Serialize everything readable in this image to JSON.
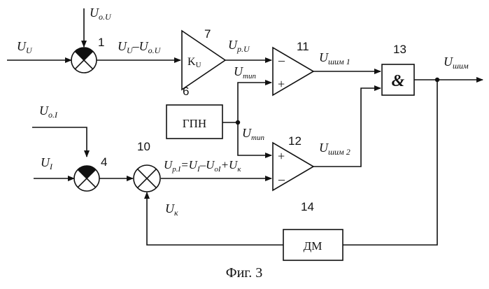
{
  "blocks": {
    "b1_number": "1",
    "b4_number": "4",
    "b10_number": "10",
    "b7_number": "7",
    "b7_label_main": "K",
    "b7_label_sub": "U",
    "b6_number": "6",
    "b6_label": "ГПН",
    "b11_number": "11",
    "b12_number": "12",
    "b13_number": "13",
    "b13_label": "&",
    "b14_number": "14",
    "b14_label": "ДМ"
  },
  "signals": {
    "u_u_main": "U",
    "u_u_sub": "U",
    "u_ou_main": "U",
    "u_ou_sub": "o.U",
    "u_diff_a": "U",
    "u_diff_a_sub": "U",
    "u_diff_b": "–U",
    "u_diff_b_sub": "o.U",
    "u_pu_main": "U",
    "u_pu_sub": "p.U",
    "u_tip1_main": "U",
    "u_tip1_sub": "тип",
    "u_tip2_main": "U",
    "u_tip2_sub": "тип",
    "u_shim1_main": "U",
    "u_shim1_sub": "шим 1",
    "u_shim2_main": "U",
    "u_shim2_sub": "шим 2",
    "u_shim_main": "U",
    "u_shim_sub": "шим",
    "u_oi_main": "U",
    "u_oi_sub": "o.I",
    "u_i_main": "U",
    "u_i_sub": "I",
    "u_pi_text": "U",
    "u_pi_sub": "p.I",
    "u_pi_eq": "=U",
    "u_pi_i": "I",
    "u_pi_minus": "–U",
    "u_pi_oi": "oI",
    "u_pi_plus": "+U",
    "u_pi_k": "к",
    "u_k_main": "U",
    "u_k_sub": "к"
  },
  "comparator_signs": {
    "c11_top": "–",
    "c11_bottom": "+",
    "c12_top": "+",
    "c12_bottom": "–"
  },
  "caption": "Фиг. 3"
}
